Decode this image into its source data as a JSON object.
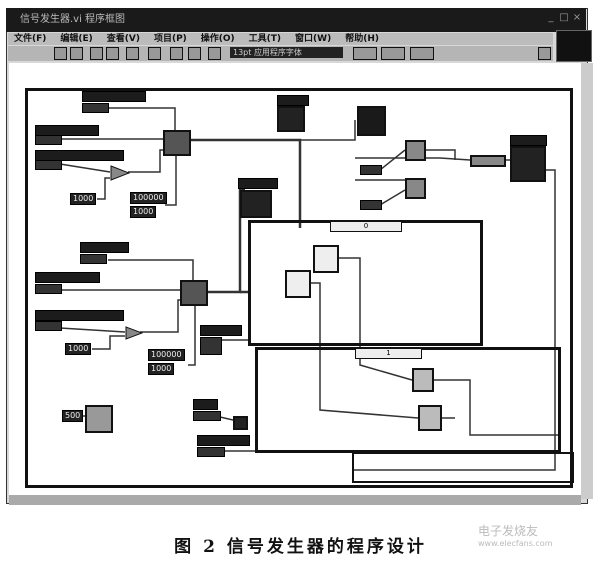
{
  "window": {
    "title": "信号发生器.vi 程序框图",
    "controls": [
      "_",
      "□",
      "×"
    ]
  },
  "menu": [
    "文件(F)",
    "编辑(E)",
    "查看(V)",
    "项目(P)",
    "操作(O)",
    "工具(T)",
    "窗口(W)",
    "帮助(H)"
  ],
  "toolbar": {
    "font": "13pt 应用程序字体"
  },
  "diagram": {
    "constants": {
      "c1": "1000",
      "c2": "100000",
      "c3": "1000",
      "c4": "1000",
      "c5": "100000",
      "c6": "1000",
      "c7": "500"
    },
    "case1_selector": "0",
    "case2_selector": "1"
  },
  "caption": "图 2   信号发生器的程序设计",
  "watermark": {
    "name": "电子发烧友",
    "url": "www.elecfans.com"
  }
}
